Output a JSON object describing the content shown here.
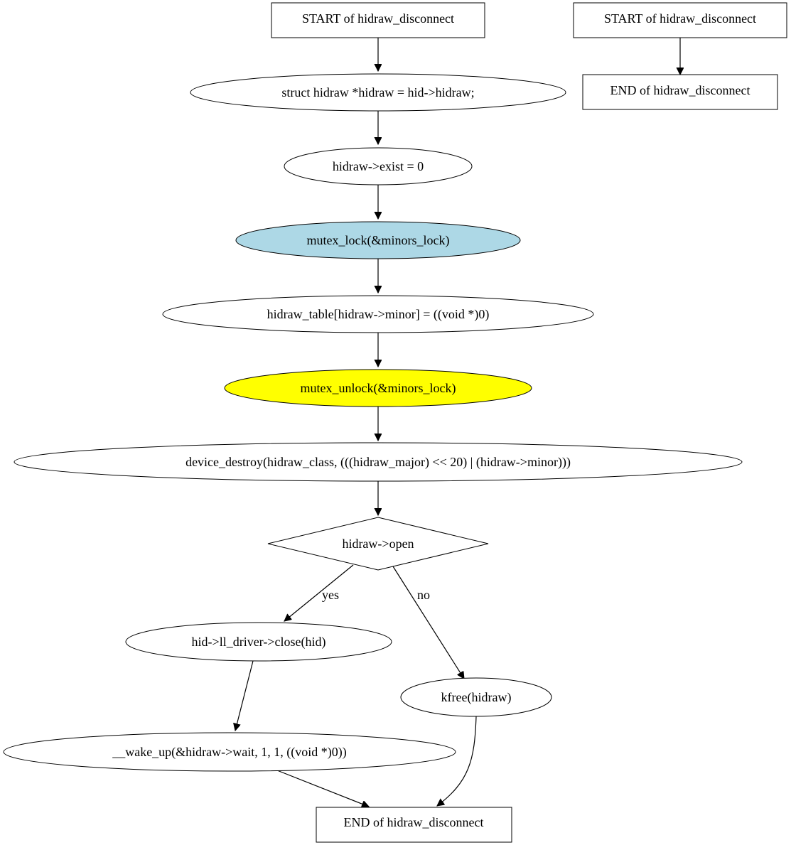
{
  "nodes": {
    "start_main": "START of hidraw_disconnect",
    "start_side": "START of hidraw_disconnect",
    "end_side": "END of hidraw_disconnect",
    "assign_hidraw": "struct hidraw *hidraw = hid->hidraw;",
    "exist_zero": "hidraw->exist = 0",
    "mutex_lock": "mutex_lock(&minors_lock)",
    "table_clear": "hidraw_table[hidraw->minor] = ((void *)0)",
    "mutex_unlock": "mutex_unlock(&minors_lock)",
    "device_destroy": "device_destroy(hidraw_class, (((hidraw_major) << 20) | (hidraw->minor)))",
    "open_check": "hidraw->open",
    "driver_close": "hid->ll_driver->close(hid)",
    "kfree": "kfree(hidraw)",
    "wake_up": "__wake_up(&hidraw->wait, 1, 1, ((void *)0))",
    "end_main": "END of hidraw_disconnect"
  },
  "edges": {
    "yes_label": "yes",
    "no_label": "no"
  },
  "colors": {
    "mutex_lock_fill": "#add8e6",
    "mutex_unlock_fill": "#ffff00",
    "default_fill": "#ffffff",
    "stroke": "#000000"
  }
}
